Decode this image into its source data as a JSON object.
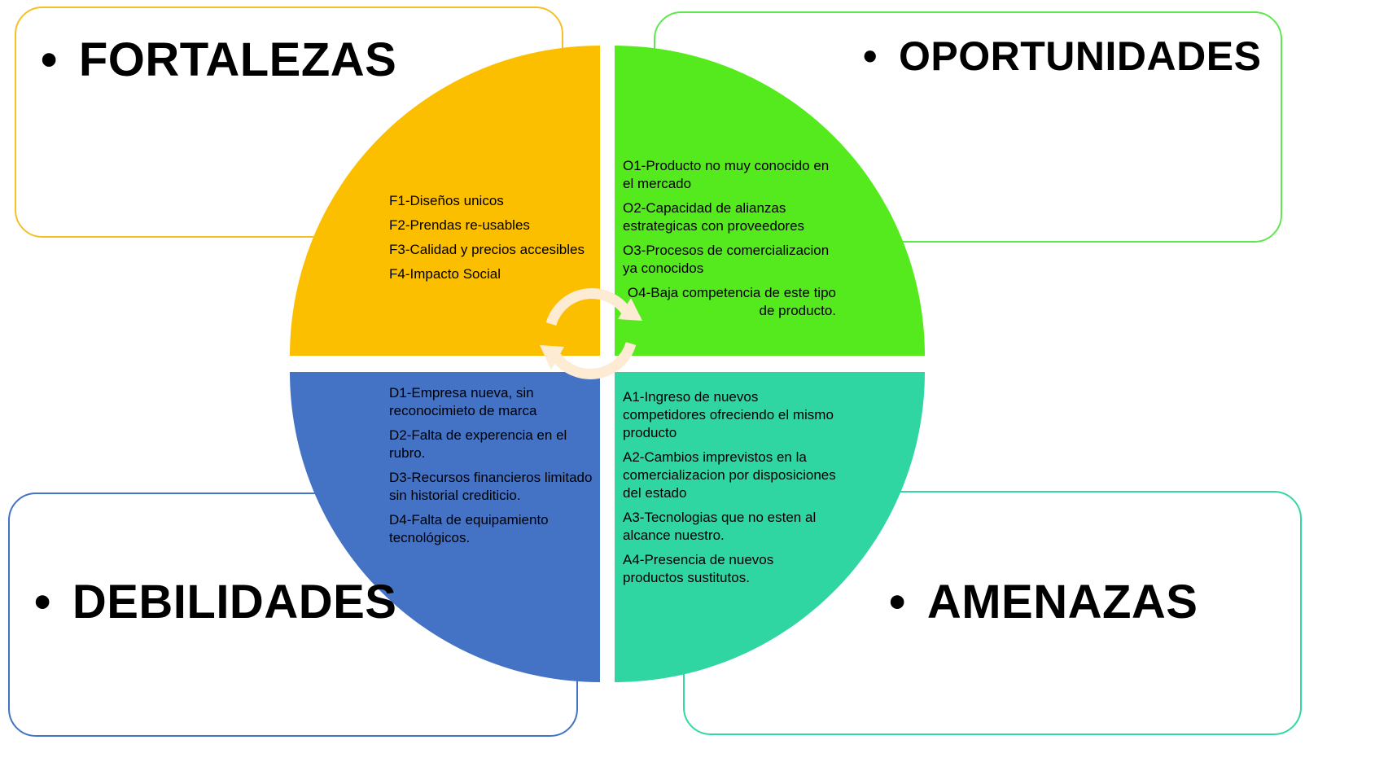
{
  "colors": {
    "fortalezas": "#fbbf00",
    "oportunidades": "#55ea1d",
    "debilidades": "#4472c4",
    "amenazas": "#2fd6a2",
    "cycle_arrow": "#fdebd3"
  },
  "bullet": "•",
  "fortalezas": {
    "title": "FORTALEZAS",
    "items": [
      "F1-Diseños unicos",
      "F2-Prendas re-usables",
      "F3-Calidad y precios accesibles",
      "F4-Impacto Social"
    ]
  },
  "oportunidades": {
    "title": "OPORTUNIDADES",
    "items": [
      "O1-Producto no muy conocido en el mercado",
      "O2-Capacidad de alianzas estrategicas con proveedores",
      "O3-Procesos de comercializacion ya conocidos",
      "O4-Baja competencia de este tipo de producto."
    ]
  },
  "debilidades": {
    "title": "DEBILIDADES",
    "items": [
      "D1-Empresa nueva, sin reconocimieto de marca",
      "D2-Falta de experencia en el rubro.",
      "D3-Recursos financieros limitado sin historial crediticio.",
      "D4-Falta de equipamiento tecnológicos."
    ]
  },
  "amenazas": {
    "title": "AMENAZAS",
    "items": [
      "A1-Ingreso de nuevos competidores ofreciendo el mismo producto",
      "A2-Cambios imprevistos en la comercializacion por disposiciones del estado",
      "A3-Tecnologias que no esten al alcance nuestro.",
      "A4-Presencia de  nuevos productos sustitutos."
    ]
  }
}
